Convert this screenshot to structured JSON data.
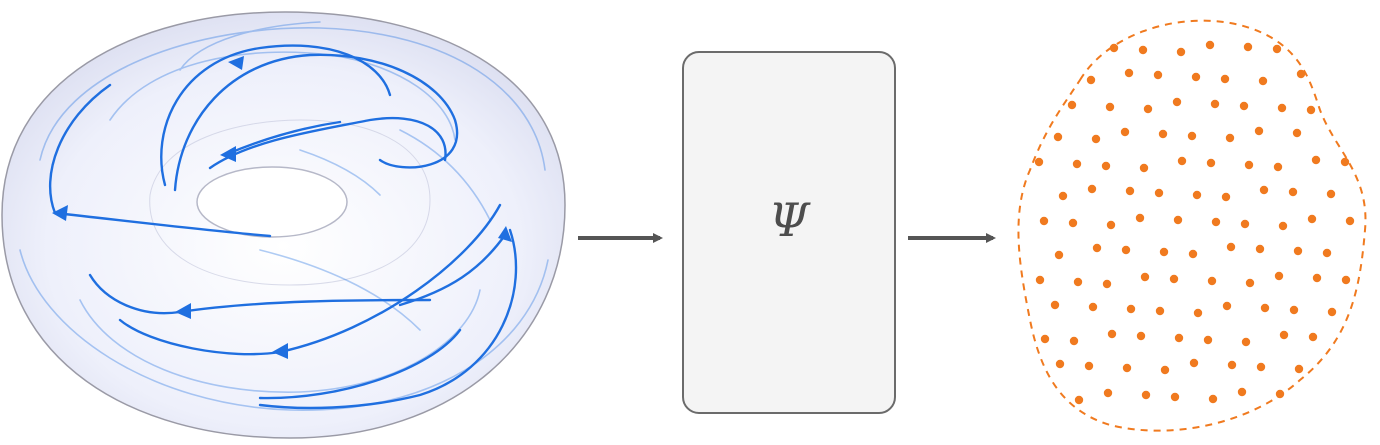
{
  "diagram": {
    "operator_symbol": "Ψ",
    "colors": {
      "background": "#ffffff",
      "torus_fill": "#eef0fb",
      "torus_outline": "#9a9aa6",
      "flow_lines": "#1f6fe0",
      "arrows": "#555555",
      "box_fill": "#f4f4f4",
      "box_stroke": "#6b6b6b",
      "point_cloud": "#f07a1f",
      "cloud_outline": "#f07a1f"
    },
    "icons": {
      "input": "torus-with-flow-lines",
      "operator": "rounded-box",
      "output": "dashed-blob-point-cloud"
    }
  }
}
